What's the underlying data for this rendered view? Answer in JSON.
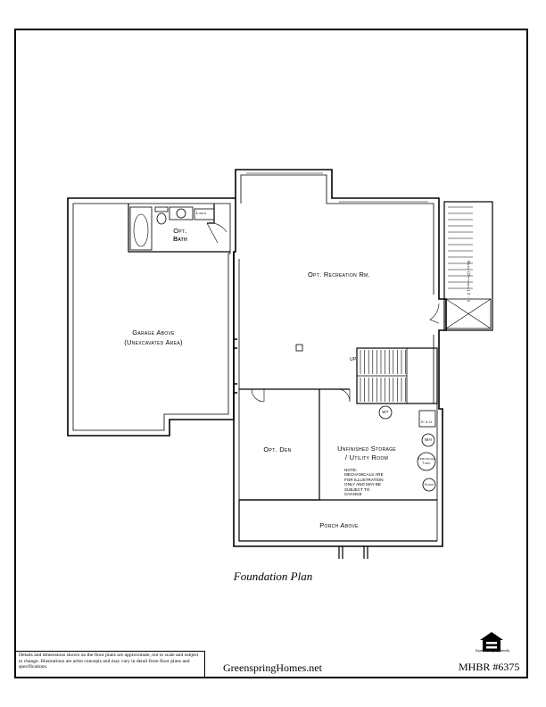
{
  "plan": {
    "title": "Foundation Plan",
    "rooms": {
      "bath": "Opt. Bath",
      "linen": "Linen",
      "garage": "Garage Above",
      "garage_sub": "(Unexcavated Area)",
      "recreation": "Opt. Recreation Rm.",
      "den": "Opt. Den",
      "storage": "Unfinished Storage",
      "storage_sub": "/ Utility Room",
      "porch": "Porch Above"
    },
    "deck_label": "Deck (Optional) 2 - 1",
    "stair_up": "UP",
    "equipment": {
      "wt": "WT",
      "ehu": "E.H.U.",
      "wh": "WH",
      "sprinkler": "Sprinkler",
      "sprinkler_sub": "Tank",
      "sump": "Sump"
    },
    "note": [
      "Note:",
      "Mechanicals are",
      "for illustration",
      "only and may be",
      "subject to",
      "change"
    ]
  },
  "footer": {
    "disclaimer": "Details and dimensions shown on the floor plans are approximate, not to scale and subject to change. Illustrations are artist concepts and may vary in detail from floor plans and specifications.",
    "website": "GreenspringHomes.net",
    "plan_number": "MHBR #6375",
    "equal_housing": "Equal Housing Opportunity"
  }
}
